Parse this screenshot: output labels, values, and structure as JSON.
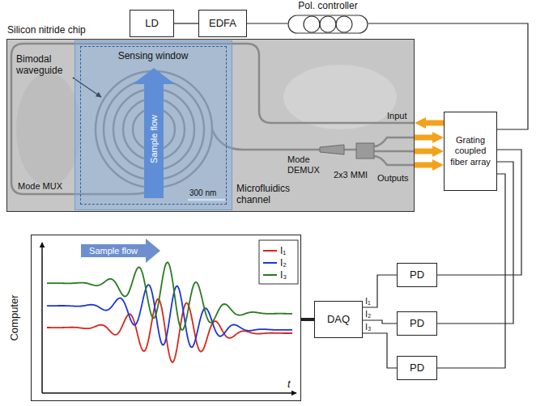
{
  "diagram": {
    "nodes": [
      {
        "text": [
          "LD"
        ]
      },
      {
        "text": [
          "EDFA"
        ]
      },
      {
        "text": [
          "Pol. controller"
        ]
      },
      {
        "text": [
          "Silicon nitride chip"
        ]
      },
      {
        "text": [
          "Sensing window"
        ],
        "in": 3
      },
      {
        "text": [
          "Grating coupled fiber array"
        ]
      },
      {
        "text": [
          "Computer"
        ]
      },
      {
        "text": [
          "DAQ"
        ]
      },
      {
        "text": [
          "PD"
        ]
      },
      {
        "text": [
          "PD"
        ]
      },
      {
        "text": [
          "PD"
        ]
      }
    ],
    "edges": [
      {
        "from": 0,
        "to": 1,
        "arrow": "none"
      },
      {
        "from": 1,
        "to": 2,
        "arrow": "none"
      },
      {
        "from": 2,
        "to": 5,
        "arrow": "none"
      },
      {
        "from": 5,
        "to": 3,
        "arrow": "to"
      },
      {
        "from": 3,
        "to": 5,
        "arrow": "to"
      },
      {
        "from": 3,
        "to": 5,
        "arrow": "to"
      },
      {
        "from": 3,
        "to": 5,
        "arrow": "to"
      },
      {
        "from": 5,
        "to": 8,
        "arrow": "none"
      },
      {
        "from": 5,
        "to": 9,
        "arrow": "none"
      },
      {
        "from": 5,
        "to": 10,
        "arrow": "none"
      },
      {
        "from": 8,
        "to": 7,
        "label": "I₁",
        "arrow": "none"
      },
      {
        "from": 9,
        "to": 7,
        "label": "I₂",
        "arrow": "none"
      },
      {
        "from": 10,
        "to": 7,
        "label": "I₃",
        "arrow": "none"
      },
      {
        "from": 7,
        "to": 6,
        "arrow": "none"
      }
    ],
    "labels": [
      "Bimodal waveguide",
      "Sample flow",
      "300 nm",
      "Microfluidics channel",
      "Mode MUX",
      "Mode DEMUX",
      "2x3 MMI",
      "Input",
      "Outputs",
      "Sample flow",
      "t"
    ],
    "legend": [
      {
        "text": "I₁"
      },
      {
        "text": "I₂"
      },
      {
        "text": "I₃"
      }
    ]
  }
}
